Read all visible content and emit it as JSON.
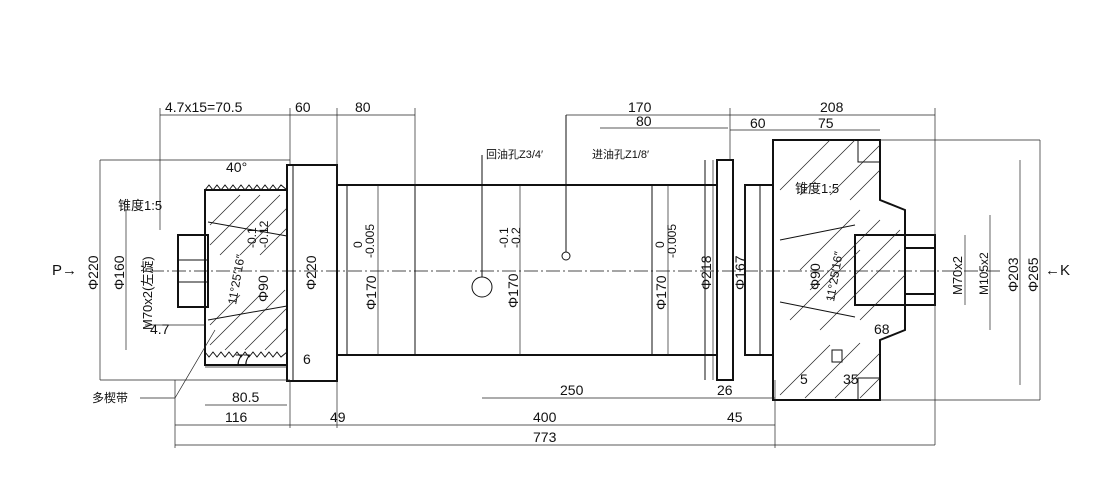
{
  "dims": {
    "top_taper": "4.7x15=70.5",
    "top_60": "60",
    "top_80": "80",
    "top_170": "170",
    "top_208": "208",
    "top_80b": "80",
    "top_60b": "60",
    "top_75": "75",
    "angle_40": "40°",
    "bottom_77": "77",
    "bottom_6": "6",
    "bottom_80_5": "80.5",
    "bottom_116": "116",
    "bottom_49": "49",
    "bottom_400": "400",
    "bottom_45": "45",
    "bottom_773": "773",
    "bottom_250": "250",
    "bottom_26": "26",
    "bottom_5": "5",
    "bottom_35": "35",
    "right_68": "68",
    "left_4_7": "4.7"
  },
  "diameters": {
    "d220_left": "Φ220",
    "d160": "Φ160",
    "m70_left": "M70x2(左旋)",
    "d90_left": "Φ90",
    "d220_flange": "Φ220",
    "d170_a": "Φ170",
    "d170_b": "Φ170",
    "d170_c": "Φ170",
    "d218": "Φ218",
    "d167": "Φ167",
    "d90_right": "Φ90",
    "m70_right": "M70x2",
    "m105": "M105x2",
    "d203": "Φ203",
    "d265": "Φ265"
  },
  "tolerances": {
    "tol_a_upper": "0",
    "tol_a_lower": "-0.005",
    "tol_b_upper": "-0.1",
    "tol_b_lower": "-0.2",
    "tol_c_upper": "0",
    "tol_c_lower": "-0.005",
    "tol_left_upper": "-0.1",
    "tol_left_lower": "-0.12"
  },
  "labels": {
    "taper_left": "锥度1:5",
    "taper_right": "锥度1:5",
    "angle_left": "11°25′16″",
    "angle_right": "11°25′16″",
    "oil_return": "回油孔Z3/4′",
    "oil_inlet": "进油孔Z1/8′",
    "multi_wedge": "多楔带",
    "p_arrow": "P→",
    "k_arrow": "←K"
  }
}
